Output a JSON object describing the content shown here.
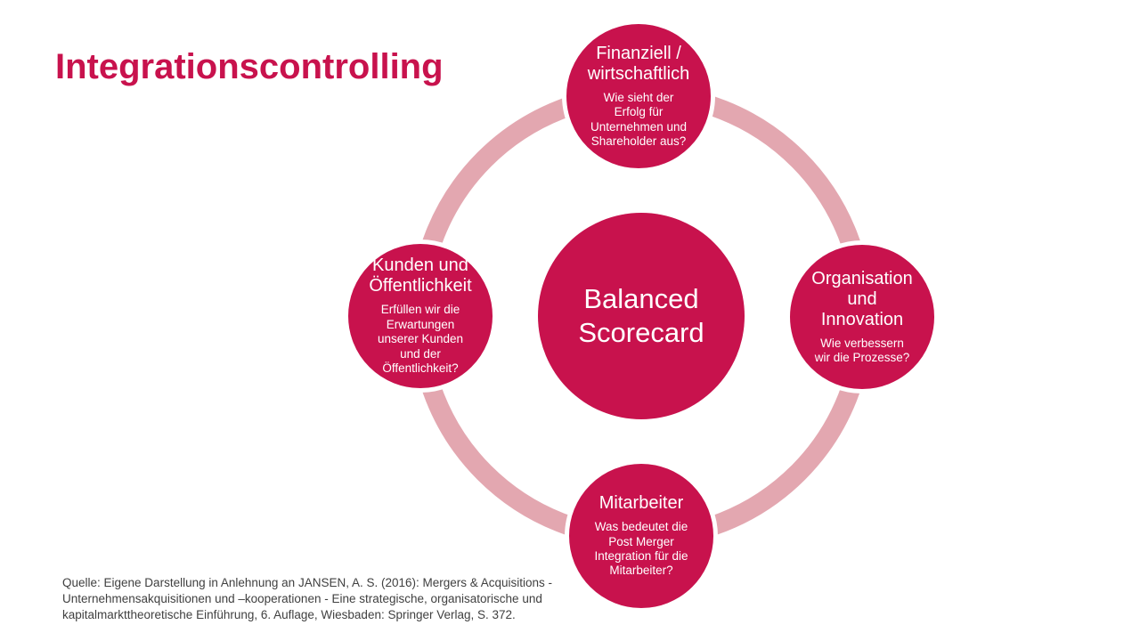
{
  "page": {
    "title": "Integrationscontrolling"
  },
  "colors": {
    "primary": "#C8124D",
    "ring": "#E3A7B0",
    "node_text": "#FFFFFF",
    "citation": "#404040"
  },
  "diagram": {
    "center": {
      "label": "Balanced\nScorecard"
    },
    "nodes": [
      {
        "id": "finanziell-wirtschaftlich",
        "title": "Finanziell /\nwirtschaftlich",
        "question": "Wie sieht der\nErfolg für\nUnternehmen und\nShareholder aus?"
      },
      {
        "id": "organisation-innovation",
        "title": "Organisation\nund\nInnovation",
        "question": "Wie verbessern\nwir die Prozesse?"
      },
      {
        "id": "mitarbeiter",
        "title": "Mitarbeiter",
        "question": "Was bedeutet die\nPost Merger\nIntegration für die\nMitarbeiter?"
      },
      {
        "id": "kunden-oeffentlichkeit",
        "title": "Kunden und\nÖffentlichkeit",
        "question": "Erfüllen wir die\nErwartungen\nunserer Kunden\nund der\nÖffentlichkeit?"
      }
    ]
  },
  "footer": {
    "source": "Quelle: Eigene Darstellung in Anlehnung an JANSEN, A. S. (2016): Mergers & Acquisitions -\nUnternehmensakquisitionen und –kooperationen - Eine strategische, organisatorische und\nkapitalmarkttheoretische Einführung, 6. Auflage, Wiesbaden: Springer Verlag, S. 372."
  }
}
